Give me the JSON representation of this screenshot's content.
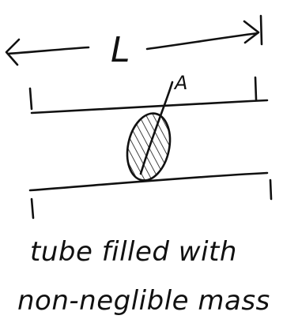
{
  "labels": {
    "length": "L",
    "point": "A"
  },
  "caption": {
    "line1": "tube filled with",
    "line2": "non-neglible mass"
  },
  "colors": {
    "ink": "#111111",
    "background": "#ffffff"
  }
}
